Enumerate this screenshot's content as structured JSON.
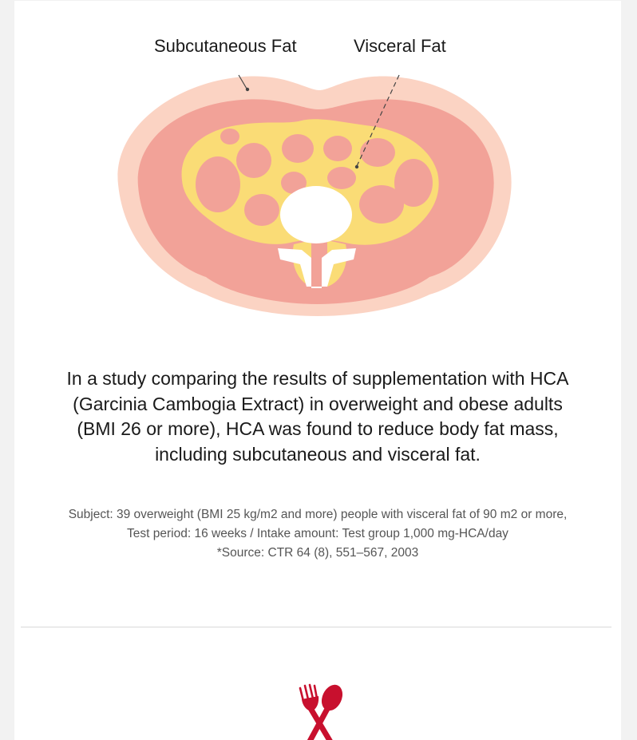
{
  "diagram": {
    "labels": {
      "subcutaneous": "Subcutaneous Fat",
      "visceral": "Visceral Fat"
    },
    "colors": {
      "subcutaneous": "#fbd3c3",
      "muscle": "#f2a298",
      "visceral": "#fadc76",
      "bone": "#ffffff"
    }
  },
  "content": {
    "main_lines": [
      "In a study comparing the results of supplementation with HCA",
      "(Garcinia Cambogia Extract) in overweight and obese adults",
      "(BMI 26 or more), HCA was found to reduce body fat mass,",
      "including subcutaneous and visceral fat."
    ],
    "note_lines": [
      "Subject: 39 overweight (BMI 25 kg/m2 and more) people with visceral fat of 90 m2 or more,",
      "Test period: 16 weeks / Intake amount: Test group 1,000 mg-HCA/day",
      "*Source: CTR 64 (8), 551–567, 2003"
    ]
  },
  "icons": {
    "footer": "fork-spoon-icon",
    "accent": "#c8102e"
  }
}
